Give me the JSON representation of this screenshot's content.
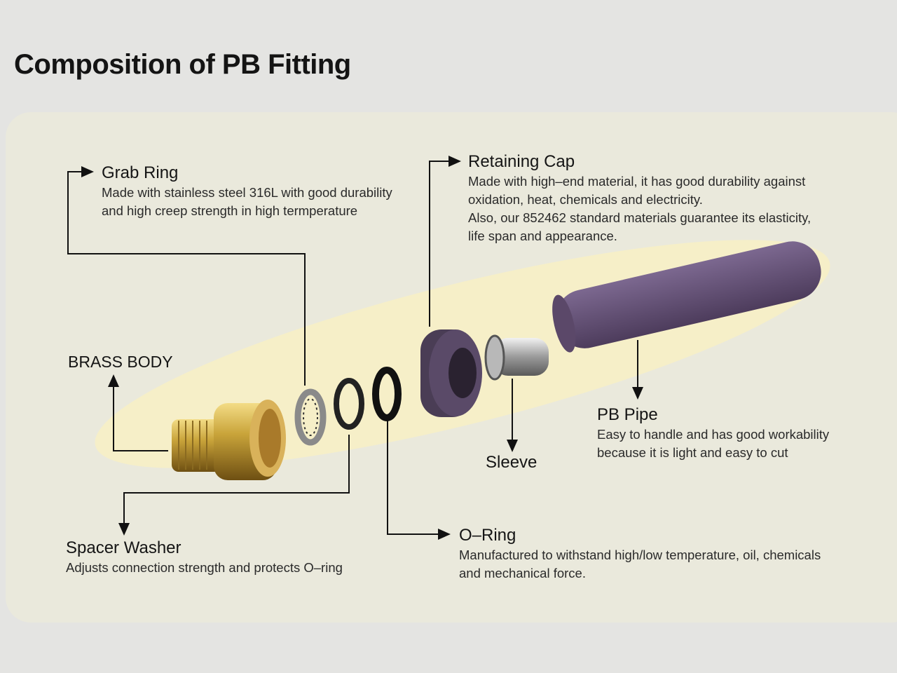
{
  "title": "Composition of PB Fitting",
  "parts": {
    "grab_ring": {
      "label": "Grab Ring",
      "desc": [
        "Made with stainless steel 316L with good durability",
        "and high creep strength in high termperature"
      ]
    },
    "retaining_cap": {
      "label": "Retaining Cap",
      "desc": [
        "Made with high–end material, it has good durability against",
        "oxidation, heat, chemicals and electricity.",
        "Also, our 852462 standard materials guarantee its elasticity,",
        "life span and appearance."
      ]
    },
    "brass_body": {
      "label": "BRASS BODY"
    },
    "pb_pipe": {
      "label": "PB Pipe",
      "desc": [
        "Easy to handle and has good workability",
        "because it is light and easy to cut"
      ]
    },
    "sleeve": {
      "label": "Sleeve"
    },
    "spacer_washer": {
      "label": "Spacer Washer",
      "desc": [
        "Adjusts connection strength and protects O–ring"
      ]
    },
    "o_ring": {
      "label": "O–Ring",
      "desc": [
        "Manufactured to withstand high/low temperature, oil, chemicals",
        "and mechanical force."
      ]
    }
  },
  "colors": {
    "brass": "#c9a43a",
    "pipe": "#5e4a6e",
    "cap": "#4a3d55",
    "highlight": "#f6efc8"
  }
}
